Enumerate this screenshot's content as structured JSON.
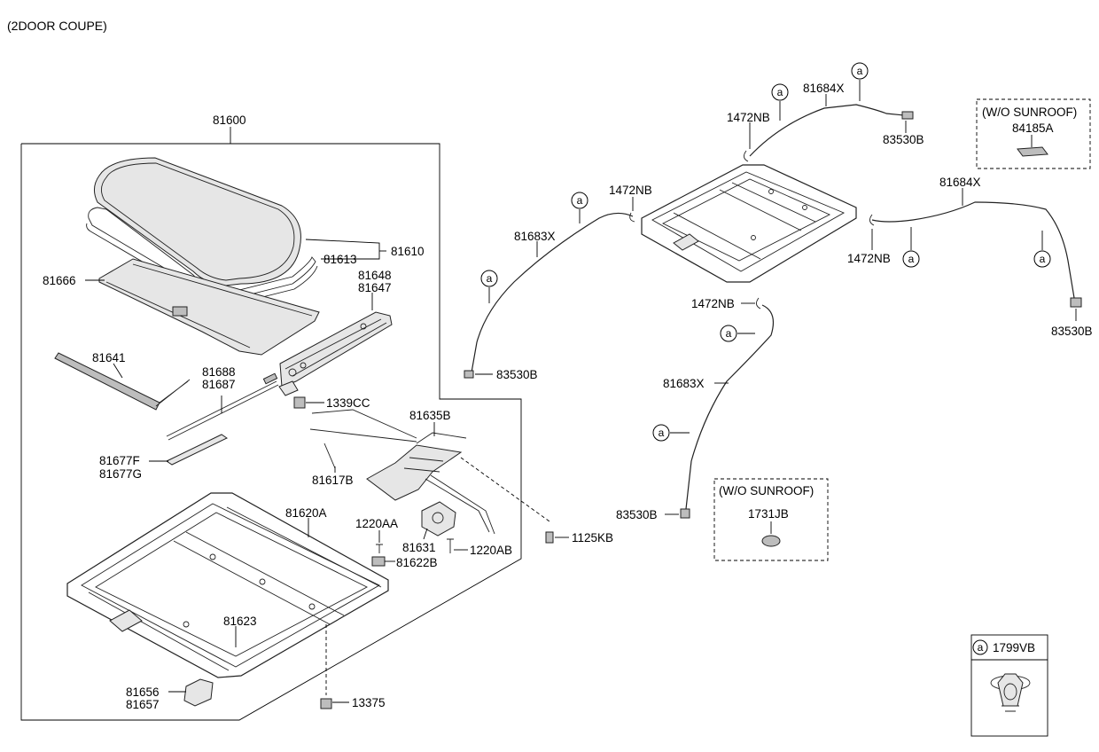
{
  "title": "(2DOOR COUPE)",
  "labels": {
    "p81600": "81600",
    "p81610": "81610",
    "p81613": "81613",
    "p81666": "81666",
    "p81648": "81648",
    "p81647": "81647",
    "p81641": "81641",
    "p81688": "81688",
    "p81687": "81687",
    "p1339cc": "1339CC",
    "p81635b": "81635B",
    "p81677f": "81677F",
    "p81677g": "81677G",
    "p81617b": "81617B",
    "p81620a": "81620A",
    "p1220aa": "1220AA",
    "p81631": "81631",
    "p1220ab": "1220AB",
    "p81622b": "81622B",
    "p1125kb": "1125KB",
    "p81623": "81623",
    "p81656": "81656",
    "p81657": "81657",
    "p13375": "13375",
    "p81683x_a": "81683X",
    "p83530b_a": "83530B",
    "p1472nb_a": "1472NB",
    "p1472nb_b": "1472NB",
    "p81684x_a": "81684X",
    "p83530b_b": "83530B",
    "p81684x_b": "81684X",
    "p1472nb_c": "1472NB",
    "p83530b_c": "83530B",
    "p1472nb_d": "1472NB",
    "p81683x_b": "81683X",
    "p83530b_d": "83530B"
  },
  "callout_letter": "a",
  "wo_sunroof_box_1": {
    "heading": "(W/O SUNROOF)",
    "part": "84185A"
  },
  "wo_sunroof_box_2": {
    "heading": "(W/O SUNROOF)",
    "part": "1731JB"
  },
  "legend": {
    "letter": "a",
    "part": "1799VB"
  }
}
